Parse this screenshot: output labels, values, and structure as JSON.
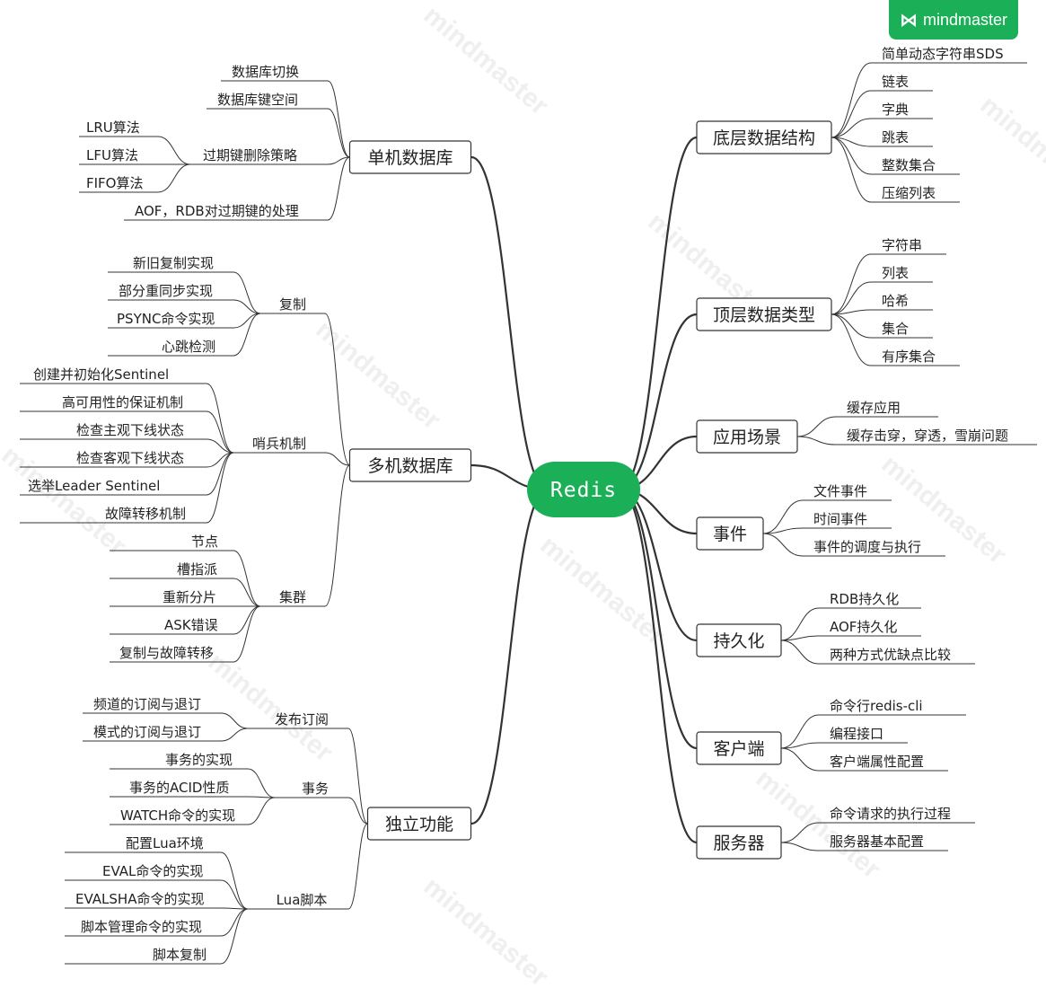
{
  "brand": {
    "icon": "mindmaster-logo-icon",
    "text": "mindmaster"
  },
  "watermark": "mindmaster",
  "colors": {
    "accent": "#1bb057",
    "line": "#333333",
    "node_border": "#333333"
  },
  "root": "Redis",
  "left": {
    "standalone": {
      "label": "单机数据库",
      "items": {
        "switch": "数据库切换",
        "keyspace": "数据库键空间",
        "expire": {
          "label": "过期键删除策略",
          "items": [
            "LRU算法",
            "LFU算法",
            "FIFO算法"
          ]
        },
        "aof_rdb": "AOF，RDB对过期键的处理"
      }
    },
    "multi": {
      "label": "多机数据库",
      "replication": {
        "label": "复制",
        "items": [
          "新旧复制实现",
          "部分重同步实现",
          "PSYNC命令实现",
          "心跳检测"
        ]
      },
      "sentinel": {
        "label": "哨兵机制",
        "items": [
          "创建并初始化Sentinel",
          "高可用性的保证机制",
          "检查主观下线状态",
          "检查客观下线状态",
          "选举Leader Sentinel",
          "故障转移机制"
        ]
      },
      "cluster": {
        "label": "集群",
        "items": [
          "节点",
          "槽指派",
          "重新分片",
          "ASK错误",
          "复制与故障转移"
        ]
      }
    },
    "standalone_features": {
      "label": "独立功能",
      "pubsub": {
        "label": "发布订阅",
        "items": [
          "频道的订阅与退订",
          "模式的订阅与退订"
        ]
      },
      "tx": {
        "label": "事务",
        "items": [
          "事务的实现",
          "事务的ACID性质",
          "WATCH命令的实现"
        ]
      },
      "lua": {
        "label": "Lua脚本",
        "items": [
          "配置Lua环境",
          "EVAL命令的实现",
          "EVALSHA命令的实现",
          "脚本管理命令的实现",
          "脚本复制"
        ]
      }
    }
  },
  "right": {
    "low_ds": {
      "label": "底层数据结构",
      "items": [
        "简单动态字符串SDS",
        "链表",
        "字典",
        "跳表",
        "整数集合",
        "压缩列表"
      ]
    },
    "top_types": {
      "label": "顶层数据类型",
      "items": [
        "字符串",
        "列表",
        "哈希",
        "集合",
        "有序集合"
      ]
    },
    "scenarios": {
      "label": "应用场景",
      "items": [
        "缓存应用",
        "缓存击穿，穿透，雪崩问题"
      ]
    },
    "events": {
      "label": "事件",
      "items": [
        "文件事件",
        "时间事件",
        "事件的调度与执行"
      ]
    },
    "persistence": {
      "label": "持久化",
      "items": [
        "RDB持久化",
        "AOF持久化",
        "两种方式优缺点比较"
      ]
    },
    "client": {
      "label": "客户端",
      "items": [
        "命令行redis-cli",
        "编程接口",
        "客户端属性配置"
      ]
    },
    "server": {
      "label": "服务器",
      "items": [
        "命令请求的执行过程",
        "服务器基本配置"
      ]
    }
  }
}
